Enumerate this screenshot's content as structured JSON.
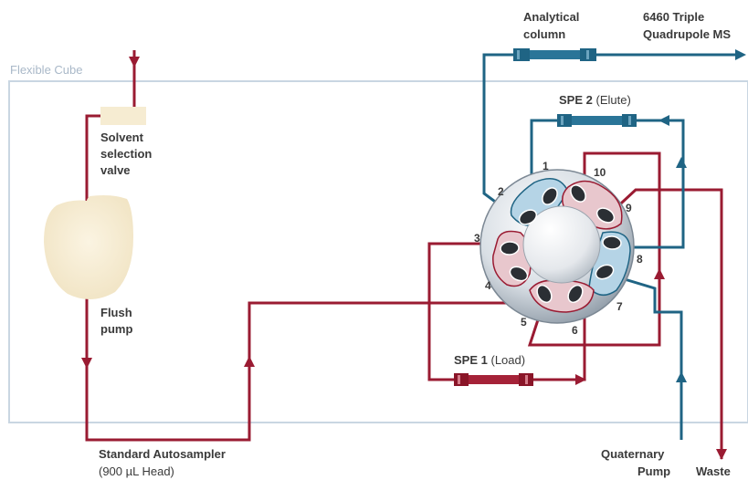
{
  "cube_label": "Flexible Cube",
  "components": {
    "valve": {
      "line1": "Solvent",
      "line2": "selection",
      "line3": "valve"
    },
    "flush_pump": {
      "line1": "Flush",
      "line2": "pump"
    },
    "autosampler": {
      "name": "Standard Autosampler",
      "detail": "(900 µL Head)"
    },
    "analytical_column": {
      "line1": "Analytical",
      "line2": "column"
    },
    "ms": {
      "line1": "6460 Triple",
      "line2": "Quadrupole MS"
    },
    "spe2": {
      "name": "SPE 2",
      "mode": "(Elute)"
    },
    "spe1": {
      "name": "SPE 1",
      "mode": "(Load)"
    },
    "quaternary_pump": {
      "line1": "Quaternary",
      "line2": "Pump"
    },
    "waste": "Waste"
  },
  "ports": [
    "1",
    "2",
    "3",
    "4",
    "5",
    "6",
    "7",
    "8",
    "9",
    "10"
  ],
  "colors": {
    "red": "#9a1b32",
    "blue": "#1f6484",
    "cube": "#c9d6e2",
    "beige": "#f6ecd2"
  }
}
